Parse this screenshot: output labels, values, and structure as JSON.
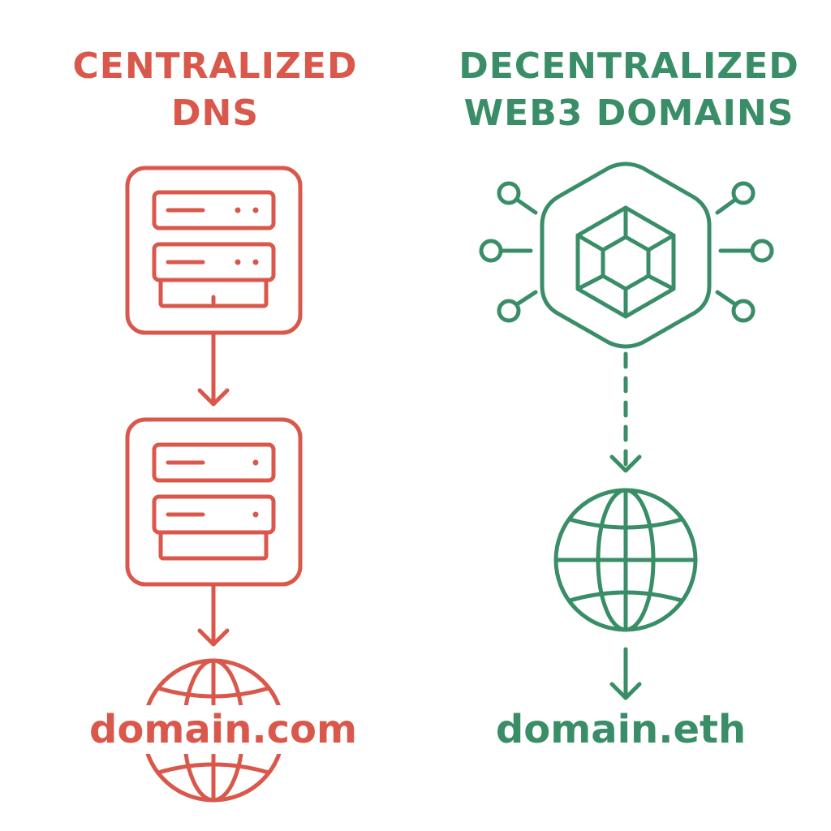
{
  "centralized": {
    "heading_line1": "CENTRALIZED",
    "heading_line2": "DNS",
    "domain": "domain.com",
    "color": "#D9584B",
    "icons": [
      "server-stack-icon",
      "server-stack-icon",
      "globe-icon"
    ]
  },
  "decentralized": {
    "heading_line1": "DECENTRALIZED",
    "heading_line2": "WEB3 DOMAINS",
    "domain": "domain.eth",
    "color": "#3A8E67",
    "icons": [
      "blockchain-hexagon-icon",
      "globe-icon"
    ]
  }
}
